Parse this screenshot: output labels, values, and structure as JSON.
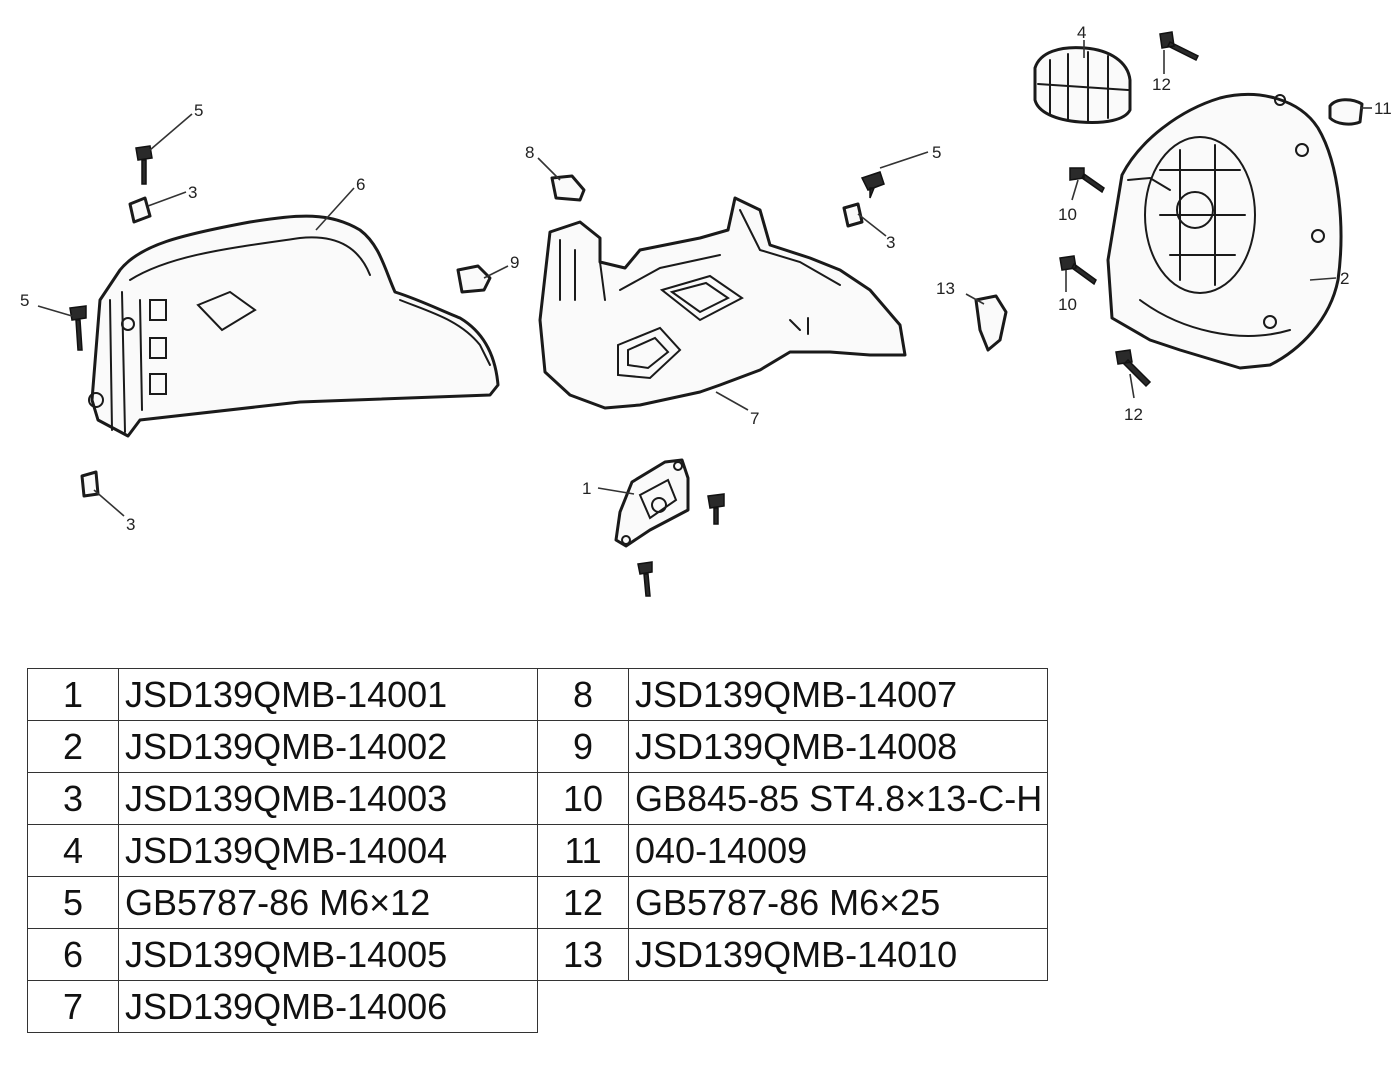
{
  "callouts": {
    "c1": "1",
    "c2": "2",
    "c3a": "3",
    "c3b": "3",
    "c3c": "3",
    "c4": "4",
    "c5a": "5",
    "c5b": "5",
    "c5c": "5",
    "c6": "6",
    "c7": "7",
    "c8": "8",
    "c9": "9",
    "c10a": "10",
    "c10b": "10",
    "c11": "11",
    "c12a": "12",
    "c12b": "12",
    "c13": "13"
  },
  "parts": [
    {
      "num": "1",
      "code": "JSD139QMB-14001"
    },
    {
      "num": "2",
      "code": "JSD139QMB-14002"
    },
    {
      "num": "3",
      "code": "JSD139QMB-14003"
    },
    {
      "num": "4",
      "code": "JSD139QMB-14004"
    },
    {
      "num": "5",
      "code": "GB5787-86 M6×12"
    },
    {
      "num": "6",
      "code": "JSD139QMB-14005"
    },
    {
      "num": "7",
      "code": "JSD139QMB-14006"
    },
    {
      "num": "8",
      "code": "JSD139QMB-14007"
    },
    {
      "num": "9",
      "code": "JSD139QMB-14008"
    },
    {
      "num": "10",
      "code": "GB845-85  ST4.8×13-C-H"
    },
    {
      "num": "11",
      "code": "040-14009"
    },
    {
      "num": "12",
      "code": "GB5787-86 M6×25"
    },
    {
      "num": "13",
      "code": "JSD139QMB-14010"
    }
  ]
}
